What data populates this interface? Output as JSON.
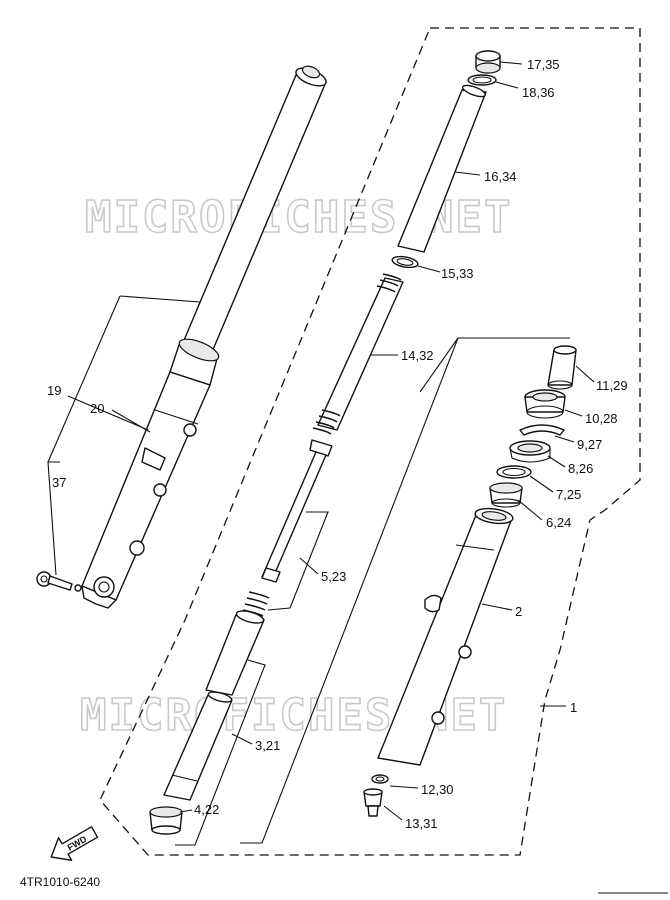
{
  "watermark": "MICROFICHES.NET",
  "diagram_code": "4TR1010-6240",
  "fwd_label": "FWD",
  "callouts": {
    "c1": "1",
    "c2": "2",
    "c3_21": "3,21",
    "c4_22": "4,22",
    "c5_23": "5,23",
    "c6_24": "6,24",
    "c7_25": "7,25",
    "c8_26": "8,26",
    "c9_27": "9,27",
    "c10_28": "10,28",
    "c11_29": "11,29",
    "c12_30": "12,30",
    "c13_31": "13,31",
    "c14_32": "14,32",
    "c15_33": "15,33",
    "c16_34": "16,34",
    "c17_35": "17,35",
    "c18_36": "18,36",
    "c19": "19",
    "c20": "20",
    "c37": "37"
  }
}
